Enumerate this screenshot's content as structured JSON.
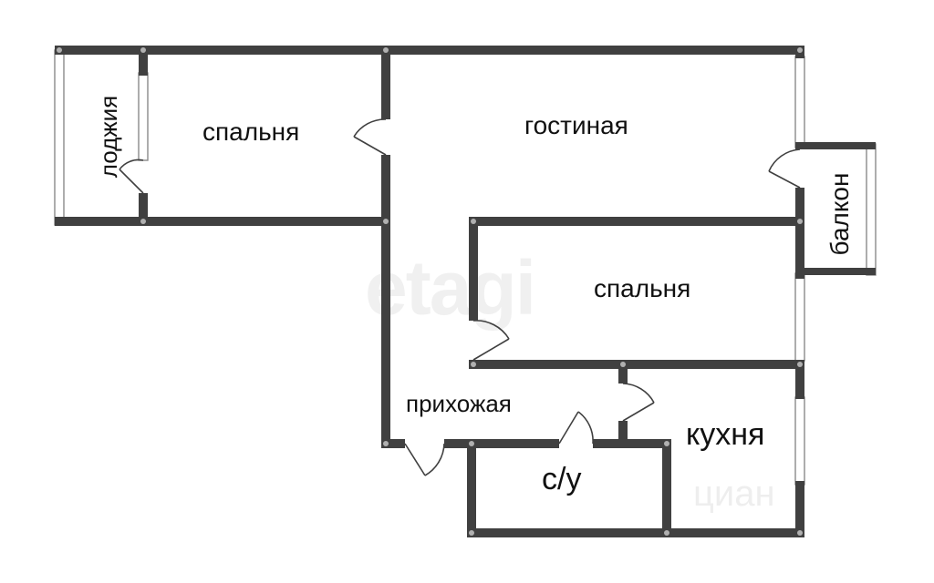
{
  "rooms": {
    "bedroom_1": "спальня",
    "living_room": "гостиная",
    "bedroom_2": "спальня",
    "hallway": "прихожая",
    "kitchen": "кухня",
    "bathroom": "с/у",
    "loggia": "лоджия",
    "balcony": "балкон"
  },
  "watermarks": {
    "brand_1": "etagi",
    "brand_2": "циан"
  },
  "colors": {
    "wall": "#404040",
    "background": "#ffffff",
    "window": "#8a8a8a"
  }
}
